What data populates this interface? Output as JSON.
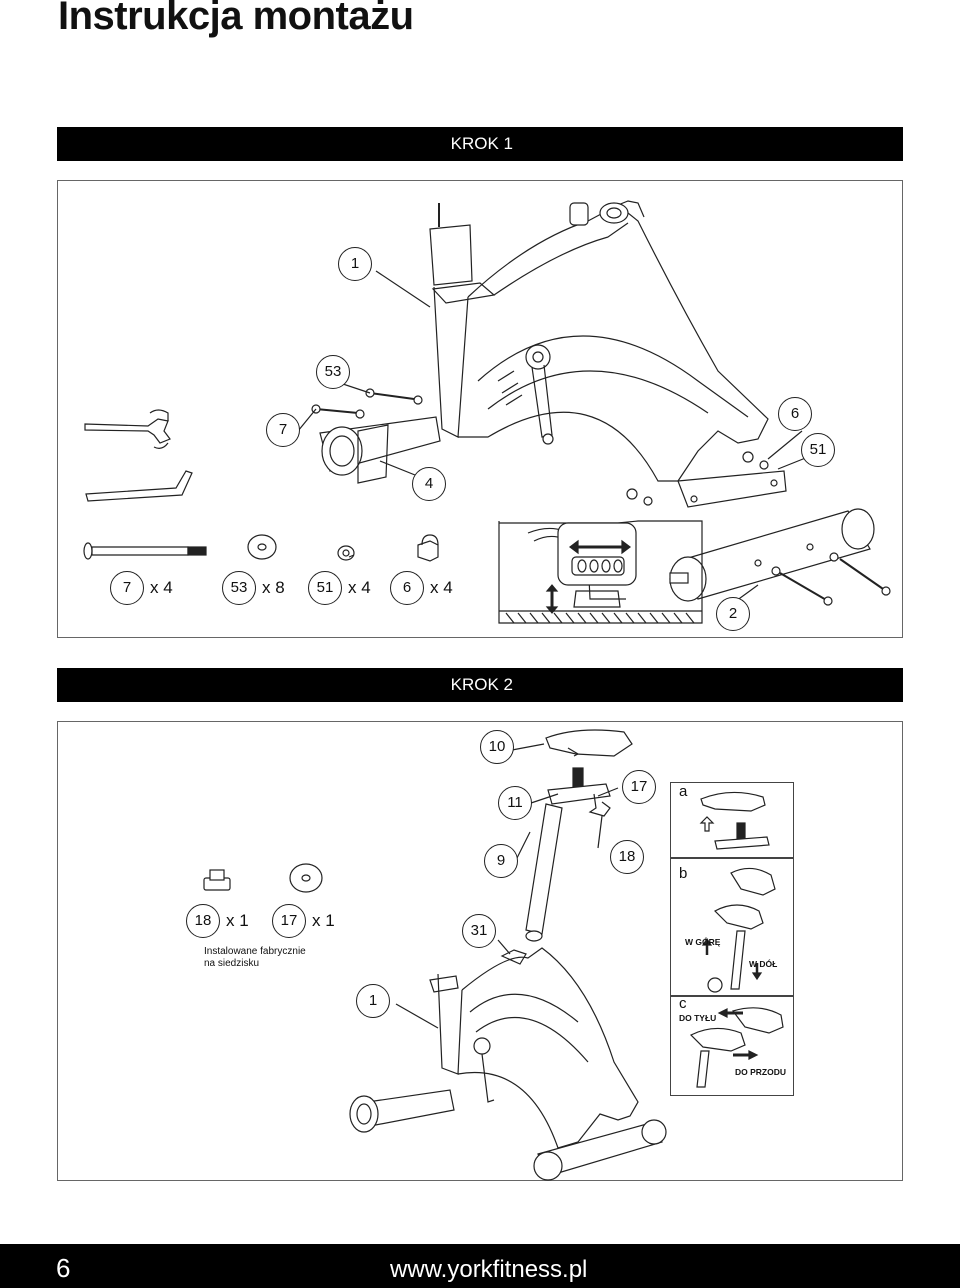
{
  "page": {
    "title": "Instrukcja montażu",
    "page_number": "6",
    "website": "www.yorkfitness.pl"
  },
  "step1": {
    "label": "KROK 1",
    "callouts": {
      "frame": "1",
      "front_stabilizer": "4",
      "rear_stabilizer": "2",
      "bolt": "7",
      "washer": "53",
      "nut": "6",
      "spring_washer": "51"
    },
    "parts": [
      {
        "num": "7",
        "qty": "x 4",
        "icon": "bolt-icon"
      },
      {
        "num": "53",
        "qty": "x 8",
        "icon": "flat-washer-icon"
      },
      {
        "num": "51",
        "qty": "x 4",
        "icon": "spring-washer-icon"
      },
      {
        "num": "6",
        "qty": "x 4",
        "icon": "cap-nut-icon"
      }
    ]
  },
  "step2": {
    "label": "KROK 2",
    "callouts": {
      "seat": "10",
      "seat_slider": "11",
      "seat_post": "9",
      "knob": "17",
      "adjust_knob": "18",
      "main_frame": "1",
      "seat_post_knob": "31"
    },
    "parts": [
      {
        "num": "18",
        "qty": "x 1",
        "icon": "adjust-knob-icon"
      },
      {
        "num": "17",
        "qty": "x 1",
        "icon": "knob-washer-icon"
      }
    ],
    "note": [
      "Instalowane fabrycznie",
      "na siedzisku"
    ],
    "insets": {
      "a": {
        "label": "a"
      },
      "b": {
        "label": "b",
        "up": "W GÓRĘ",
        "down": "W DÓŁ"
      },
      "c": {
        "label": "c",
        "back": "DO TYŁU",
        "forward": "DO PRZODU"
      }
    }
  }
}
